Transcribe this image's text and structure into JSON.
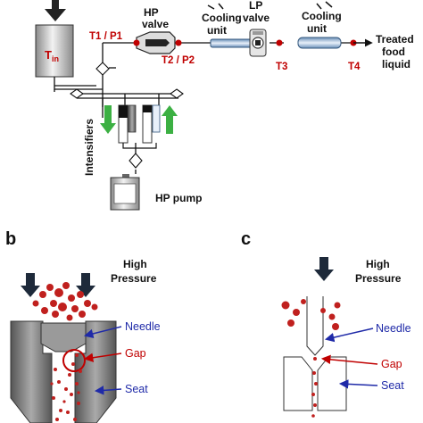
{
  "panel_a": {
    "tin_label": "T",
    "tin_sub": "in",
    "hp_valve": [
      "HP",
      "valve"
    ],
    "cooling_unit_1": [
      "Cooling",
      "unit"
    ],
    "lp_valve": [
      "LP",
      "valve"
    ],
    "cooling_unit_2": [
      "Cooling",
      "unit"
    ],
    "treated": [
      "Treated",
      "food",
      "liquid"
    ],
    "t1p1": "T1 / P1",
    "t2p2": "T2 / P2",
    "t3": "T3",
    "t4": "T4",
    "intensifiers": "Intensifiers",
    "hp_pump": "HP pump"
  },
  "panel_b": {
    "letter": "b",
    "pressure": [
      "High",
      "Pressure"
    ],
    "needle": "Needle",
    "gap": "Gap",
    "seat": "Seat"
  },
  "panel_c": {
    "letter": "c",
    "pressure": [
      "High",
      "Pressure"
    ],
    "needle": "Needle",
    "gap": "Gap",
    "seat": "Seat"
  },
  "colors": {
    "red_label": "#c00000",
    "blue_label": "#1f2aa8",
    "arrow_green": "#3cb043",
    "droplet": "#c0201e"
  }
}
